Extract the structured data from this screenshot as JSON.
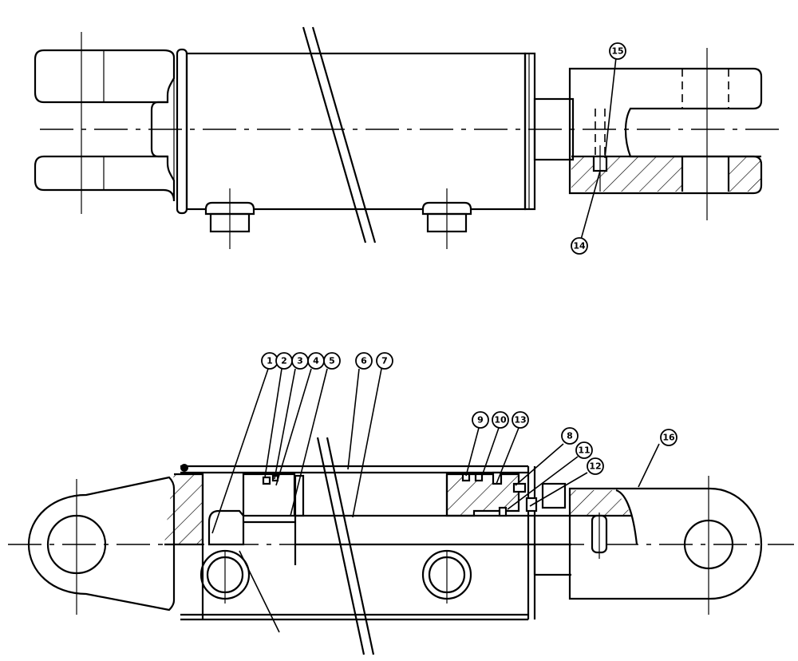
{
  "drawing": {
    "colors": {
      "line": "#000000",
      "background": "#ffffff"
    },
    "balloons_top": [
      "15",
      "14"
    ],
    "balloons_bottom": [
      "1",
      "2",
      "3",
      "4",
      "5",
      "6",
      "7",
      "9",
      "10",
      "13",
      "8",
      "11",
      "12",
      "16"
    ]
  }
}
